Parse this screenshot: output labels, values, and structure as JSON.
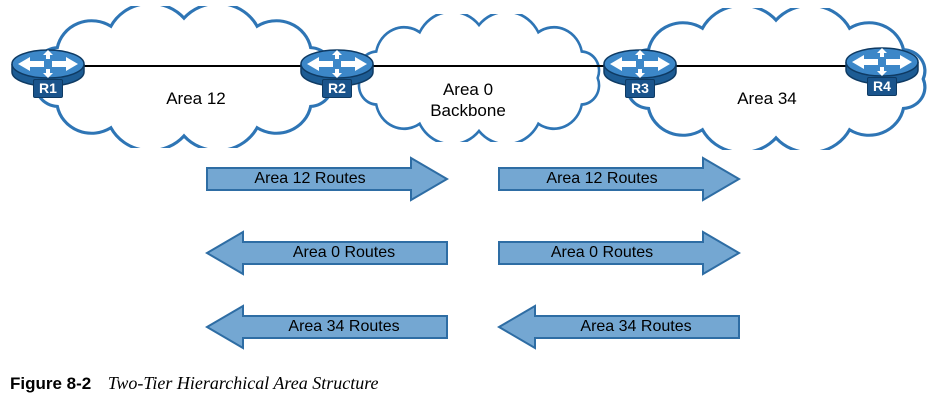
{
  "diagram": {
    "clouds": [
      {
        "label": "Area 12"
      },
      {
        "label_line1": "Area 0",
        "label_line2": "Backbone"
      },
      {
        "label": "Area 34"
      }
    ],
    "routers": [
      {
        "label": "R1"
      },
      {
        "label": "R2"
      },
      {
        "label": "R3"
      },
      {
        "label": "R4"
      }
    ],
    "route_arrows": [
      {
        "label": "Area 12 Routes",
        "direction": "right"
      },
      {
        "label": "Area 12 Routes",
        "direction": "right"
      },
      {
        "label": "Area 0 Routes",
        "direction": "left"
      },
      {
        "label": "Area 0 Routes",
        "direction": "right"
      },
      {
        "label": "Area 34 Routes",
        "direction": "left"
      },
      {
        "label": "Area 34 Routes",
        "direction": "left"
      }
    ],
    "caption": {
      "figure_label": "Figure 8-2",
      "figure_title": "Two-Tier Hierarchical Area Structure"
    },
    "colors": {
      "arrow_fill": "#74A7D2",
      "arrow_border": "#2E6DA4",
      "cloud_border": "#2E75B5",
      "router_fill": "#3C87C8",
      "router_dark": "#1A548C",
      "link_line": "#000000"
    }
  }
}
